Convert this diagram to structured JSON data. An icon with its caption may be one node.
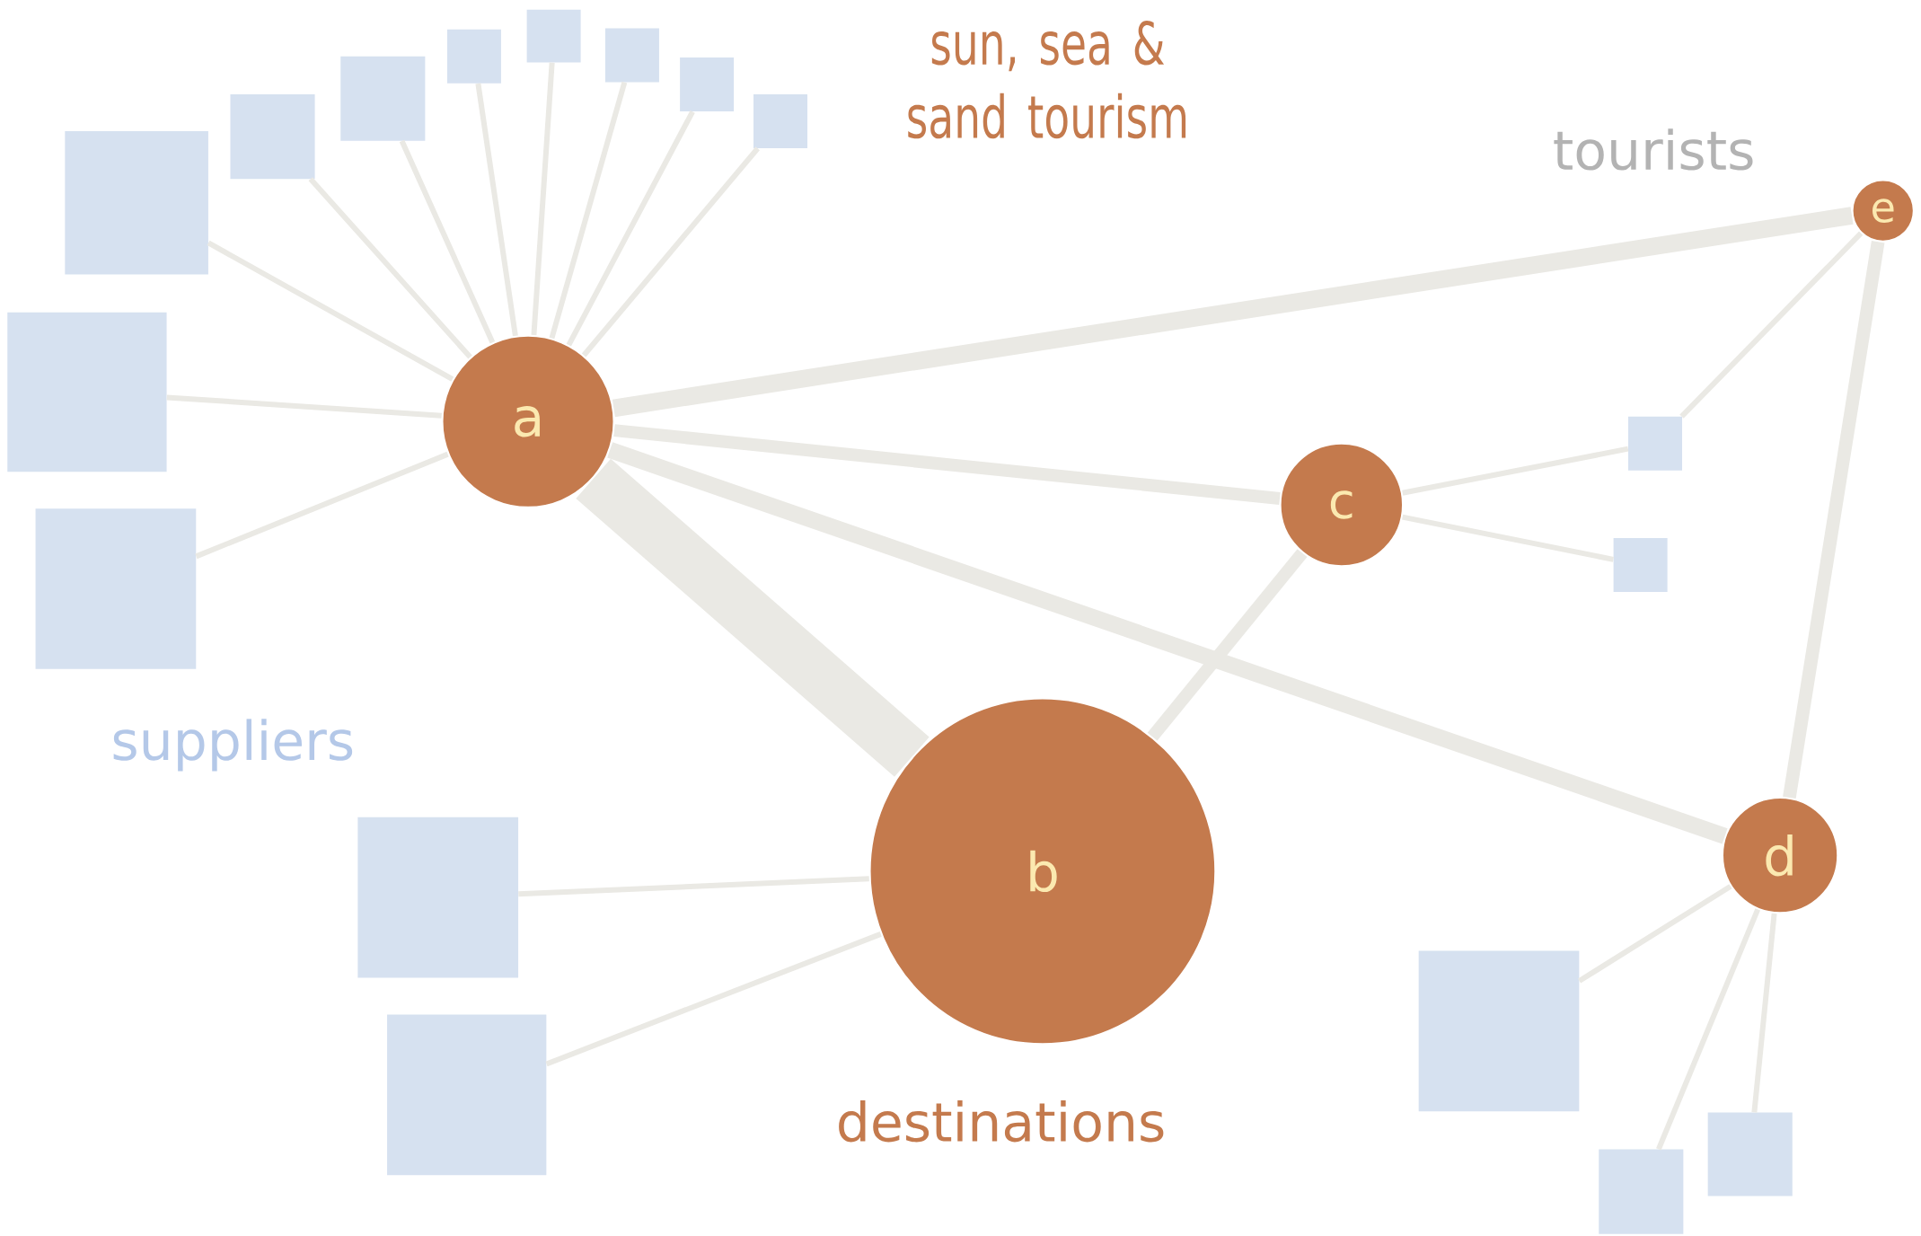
{
  "diagram": {
    "nodes": [
      {
        "text": [
          "a"
        ]
      },
      {
        "text": [
          "b"
        ]
      },
      {
        "text": [
          "c"
        ]
      },
      {
        "text": [
          "d"
        ]
      },
      {
        "text": [
          "e"
        ]
      },
      {
        "text": [],
        "shape": "box"
      },
      {
        "text": [],
        "shape": "box"
      },
      {
        "text": [],
        "shape": "box"
      },
      {
        "text": [],
        "shape": "box"
      },
      {
        "text": [],
        "shape": "box"
      },
      {
        "text": [],
        "shape": "box"
      },
      {
        "text": [],
        "shape": "box"
      },
      {
        "text": [],
        "shape": "box"
      },
      {
        "text": [],
        "shape": "box"
      },
      {
        "text": [],
        "shape": "box"
      },
      {
        "text": [],
        "shape": "box"
      },
      {
        "text": [],
        "shape": "box"
      },
      {
        "text": [],
        "shape": "box"
      },
      {
        "text": [],
        "shape": "box"
      },
      {
        "text": [],
        "shape": "box"
      },
      {
        "text": [],
        "shape": "box"
      },
      {
        "text": [],
        "shape": "box"
      }
    ],
    "edges": [
      {
        "from": 0,
        "to": 4,
        "arrow": "none",
        "style": "thick"
      },
      {
        "from": 0,
        "to": 2,
        "arrow": "none",
        "style": "thick"
      },
      {
        "from": 0,
        "to": 1,
        "arrow": "none",
        "style": "thick"
      },
      {
        "from": 0,
        "to": 3,
        "arrow": "none",
        "style": "thick"
      },
      {
        "from": 2,
        "to": 1,
        "arrow": "none",
        "style": "thick"
      },
      {
        "from": 4,
        "to": 3,
        "arrow": "none",
        "style": "thick"
      },
      {
        "from": 4,
        "to": 17,
        "arrow": "none"
      },
      {
        "from": 2,
        "to": 17,
        "arrow": "none"
      },
      {
        "from": 2,
        "to": 18,
        "arrow": "none"
      },
      {
        "from": 0,
        "to": 5,
        "arrow": "none"
      },
      {
        "from": 0,
        "to": 6,
        "arrow": "none"
      },
      {
        "from": 0,
        "to": 7,
        "arrow": "none"
      },
      {
        "from": 0,
        "to": 8,
        "arrow": "none"
      },
      {
        "from": 0,
        "to": 9,
        "arrow": "none"
      },
      {
        "from": 0,
        "to": 10,
        "arrow": "none"
      },
      {
        "from": 0,
        "to": 11,
        "arrow": "none"
      },
      {
        "from": 0,
        "to": 12,
        "arrow": "none"
      },
      {
        "from": 0,
        "to": 13,
        "arrow": "none"
      },
      {
        "from": 0,
        "to": 14,
        "arrow": "none"
      },
      {
        "from": 1,
        "to": 15,
        "arrow": "none"
      },
      {
        "from": 1,
        "to": 16,
        "arrow": "none"
      },
      {
        "from": 3,
        "to": 19,
        "arrow": "none"
      },
      {
        "from": 3,
        "to": 20,
        "arrow": "none"
      },
      {
        "from": 3,
        "to": 21,
        "arrow": "none"
      }
    ],
    "labels": [
      "sun, sea & sand tourism",
      "tourists",
      "suppliers",
      "destinations"
    ]
  }
}
